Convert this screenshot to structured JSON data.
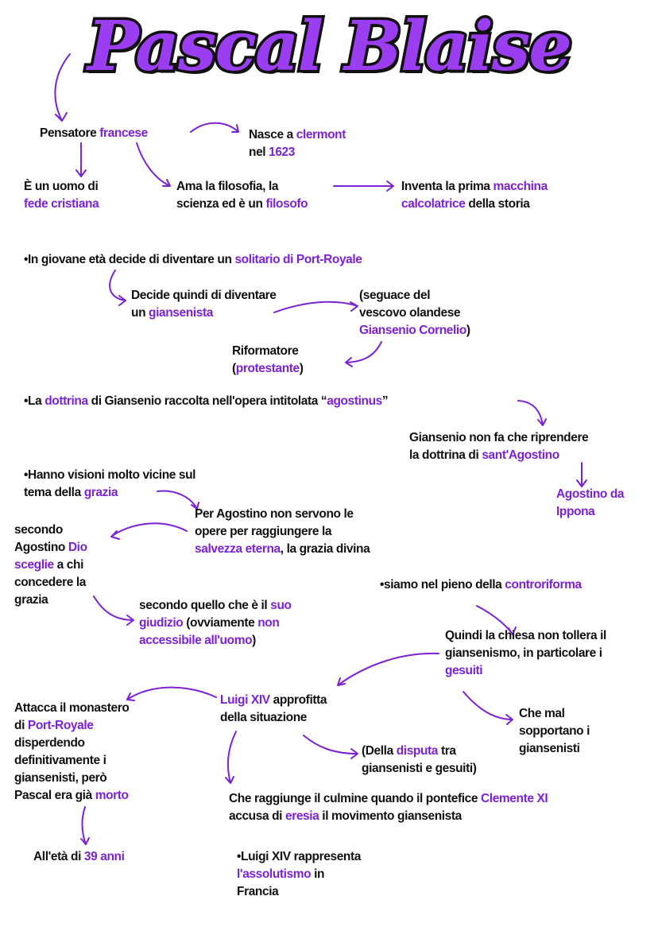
{
  "title": "Pascal Blaise",
  "accent_color": "#7b22d6",
  "blocks": [
    {
      "id": "pensatore",
      "lines": [
        [
          {
            "t": "Pensatore "
          },
          {
            "t": "francese",
            "h": 1
          }
        ]
      ]
    },
    {
      "id": "nasce",
      "lines": [
        [
          {
            "t": "Nasce a "
          },
          {
            "t": "clermont",
            "h": 1
          }
        ],
        [
          {
            "t": "nel "
          },
          {
            "t": "1623",
            "h": 1
          }
        ]
      ]
    },
    {
      "id": "uomo-fede",
      "lines": [
        [
          {
            "t": "È un uomo di"
          }
        ],
        [
          {
            "t": "fede cristiana",
            "h": 1
          }
        ]
      ]
    },
    {
      "id": "ama-filosofia",
      "lines": [
        [
          {
            "t": "Ama la filosofia, la"
          }
        ],
        [
          {
            "t": "scienza ed è un "
          },
          {
            "t": "filosofo",
            "h": 1
          }
        ]
      ]
    },
    {
      "id": "inventa",
      "lines": [
        [
          {
            "t": "Inventa la prima "
          },
          {
            "t": "macchina",
            "h": 1
          }
        ],
        [
          {
            "t": "calcolatrice",
            "h": 1
          },
          {
            "t": " della storia"
          }
        ]
      ]
    },
    {
      "id": "giovane",
      "lines": [
        [
          {
            "t": "•In giovane età decide di diventare un "
          },
          {
            "t": "solitario di Port-Royale",
            "h": 1
          }
        ]
      ]
    },
    {
      "id": "giansenista",
      "lines": [
        [
          {
            "t": "Decide quindi di diventare"
          }
        ],
        [
          {
            "t": "un "
          },
          {
            "t": "giansenista",
            "h": 1
          }
        ]
      ]
    },
    {
      "id": "seguace",
      "lines": [
        [
          {
            "t": "(seguace del"
          }
        ],
        [
          {
            "t": "vescovo olandese"
          }
        ],
        [
          {
            "t": "Giansenio Cornelio",
            "h": 1
          },
          {
            "t": ")"
          }
        ]
      ]
    },
    {
      "id": "riformatore",
      "lines": [
        [
          {
            "t": "Riformatore"
          }
        ],
        [
          {
            "t": "("
          },
          {
            "t": "protestante",
            "h": 1
          },
          {
            "t": ")"
          }
        ]
      ]
    },
    {
      "id": "dottrina",
      "lines": [
        [
          {
            "t": "•La "
          },
          {
            "t": "dottrina",
            "h": 1
          },
          {
            "t": " di Giansenio raccolta nell'opera intitolata “"
          },
          {
            "t": "agostinus",
            "h": 1
          },
          {
            "t": "”"
          }
        ]
      ]
    },
    {
      "id": "riprendere",
      "lines": [
        [
          {
            "t": "Giansenio non fa che riprendere"
          }
        ],
        [
          {
            "t": "la dottrina di "
          },
          {
            "t": "sant'Agostino",
            "h": 1
          }
        ]
      ]
    },
    {
      "id": "ippona",
      "lines": [
        [
          {
            "t": "Agostino da",
            "h": 1
          }
        ],
        [
          {
            "t": "Ippona",
            "h": 1
          }
        ]
      ]
    },
    {
      "id": "visioni",
      "lines": [
        [
          {
            "t": "•Hanno visioni molto vicine sul"
          }
        ],
        [
          {
            "t": "tema della "
          },
          {
            "t": "grazia",
            "h": 1
          }
        ]
      ]
    },
    {
      "id": "per-agostino",
      "lines": [
        [
          {
            "t": "Per Agostino non servono le"
          }
        ],
        [
          {
            "t": "opere per raggiungere la"
          }
        ],
        [
          {
            "t": "salvezza eterna",
            "h": 1
          },
          {
            "t": ", la grazia divina"
          }
        ]
      ]
    },
    {
      "id": "dio-sceglie",
      "lines": [
        [
          {
            "t": "secondo"
          }
        ],
        [
          {
            "t": "Agostino "
          },
          {
            "t": "Dio",
            "h": 1
          }
        ],
        [
          {
            "t": "sceglie",
            "h": 1
          },
          {
            "t": " a chi"
          }
        ],
        [
          {
            "t": "concedere la"
          }
        ],
        [
          {
            "t": "grazia"
          }
        ]
      ]
    },
    {
      "id": "giudizio",
      "lines": [
        [
          {
            "t": "secondo quello che è il "
          },
          {
            "t": "suo",
            "h": 1
          }
        ],
        [
          {
            "t": "giudizio",
            "h": 1
          },
          {
            "t": " (ovviamente "
          },
          {
            "t": "non",
            "h": 1
          }
        ],
        [
          {
            "t": "accessibile all'uomo",
            "h": 1
          },
          {
            "t": ")"
          }
        ]
      ]
    },
    {
      "id": "controriforma",
      "lines": [
        [
          {
            "t": "•siamo nel pieno della "
          },
          {
            "t": "controriforma",
            "h": 1
          }
        ]
      ]
    },
    {
      "id": "chiesa",
      "lines": [
        [
          {
            "t": "Quindi la chiesa non tollera il"
          }
        ],
        [
          {
            "t": "giansenismo, in particolare i"
          }
        ],
        [
          {
            "t": "gesuiti",
            "h": 1
          }
        ]
      ]
    },
    {
      "id": "luigi",
      "lines": [
        [
          {
            "t": "Luigi XIV",
            "h": 1
          },
          {
            "t": " approfitta"
          }
        ],
        [
          {
            "t": "della situazione"
          }
        ]
      ]
    },
    {
      "id": "attacca",
      "lines": [
        [
          {
            "t": "Attacca il monastero"
          }
        ],
        [
          {
            "t": "di "
          },
          {
            "t": "Port-Royale",
            "h": 1
          }
        ],
        [
          {
            "t": "disperdendo"
          }
        ],
        [
          {
            "t": "definitivamente i"
          }
        ],
        [
          {
            "t": "giansenisti, però"
          }
        ],
        [
          {
            "t": "Pascal era già "
          },
          {
            "t": "morto",
            "h": 1
          }
        ]
      ]
    },
    {
      "id": "mal-sopportano",
      "lines": [
        [
          {
            "t": "Che mal"
          }
        ],
        [
          {
            "t": "sopportano i"
          }
        ],
        [
          {
            "t": "giansenisti"
          }
        ]
      ]
    },
    {
      "id": "disputa",
      "lines": [
        [
          {
            "t": "(Della "
          },
          {
            "t": "disputa",
            "h": 1
          },
          {
            "t": " tra"
          }
        ],
        [
          {
            "t": "giansenisti e gesuiti)"
          }
        ]
      ]
    },
    {
      "id": "culmine",
      "lines": [
        [
          {
            "t": "Che raggiunge il culmine quando il pontefice "
          },
          {
            "t": "Clemente XI",
            "h": 1
          }
        ],
        [
          {
            "t": "accusa di "
          },
          {
            "t": "eresia",
            "h": 1
          },
          {
            "t": " il movimento giansenista"
          }
        ]
      ]
    },
    {
      "id": "eta",
      "lines": [
        [
          {
            "t": "All'età di "
          },
          {
            "t": "39 anni",
            "h": 1
          }
        ]
      ]
    },
    {
      "id": "assolutismo",
      "lines": [
        [
          {
            "t": "•Luigi XIV rappresenta"
          }
        ],
        [
          {
            "t": "l'assolutismo",
            "h": 1
          },
          {
            "t": " in"
          }
        ],
        [
          {
            "t": "Francia"
          }
        ]
      ]
    }
  ]
}
